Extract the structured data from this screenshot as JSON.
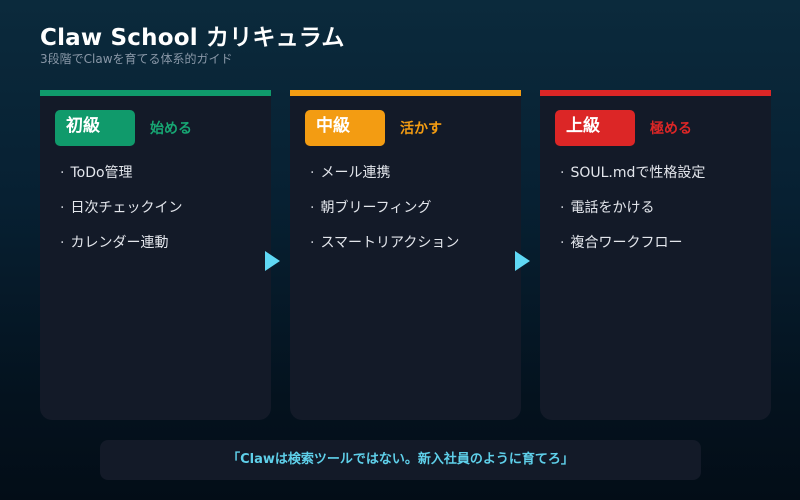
{
  "header": {
    "title": "Claw School カリキュラム",
    "subtitle": "3段階でClawを育てる体系的ガイド"
  },
  "levels": [
    {
      "badge": "初級",
      "tagline": "始める",
      "color": "#109a6b",
      "items": [
        "ToDo管理",
        "日次チェックイン",
        "カレンダー連動"
      ]
    },
    {
      "badge": "中級",
      "tagline": "活かす",
      "color": "#f39c12",
      "items": [
        "メール連携",
        "朝ブリーフィング",
        "スマートリアクション"
      ]
    },
    {
      "badge": "上級",
      "tagline": "極める",
      "color": "#dc2626",
      "items": [
        "SOUL.mdで性格設定",
        "電話をかける",
        "複合ワークフロー"
      ]
    }
  ],
  "bullet": "·",
  "arrows": [
    "arrow-right-icon",
    "arrow-right-icon"
  ],
  "arrow_color": "#5fd8f4",
  "quote": "「Clawは検索ツールではない。新入社員のように育てろ」"
}
